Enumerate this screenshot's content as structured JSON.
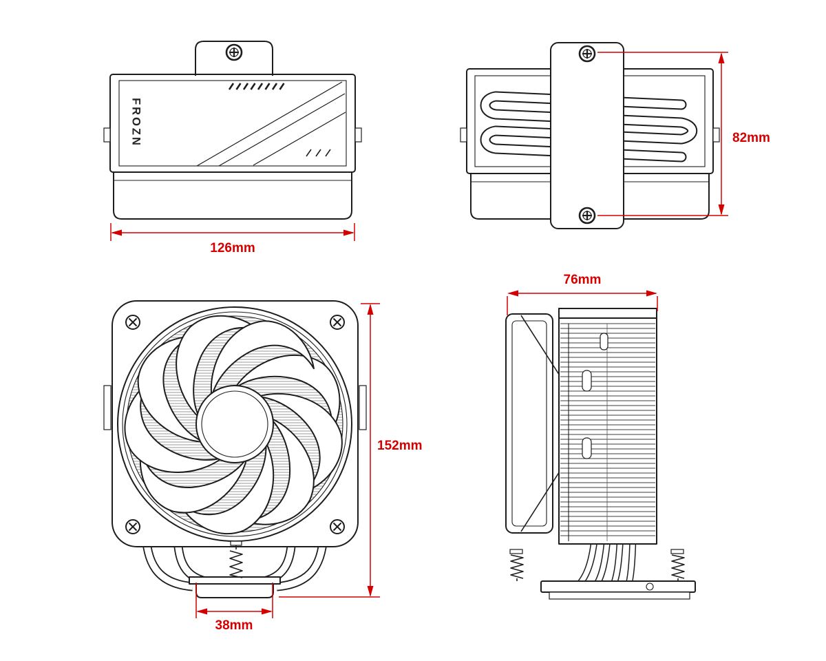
{
  "drawing": {
    "brand": "FROZN",
    "dimensions": {
      "top_width": "126mm",
      "top_height": "82mm",
      "front_height": "152mm",
      "base_width": "38mm",
      "side_depth": "76mm"
    }
  },
  "colors": {
    "line": "#1d1d1d",
    "dimension": "#d40000",
    "background": "#ffffff"
  }
}
